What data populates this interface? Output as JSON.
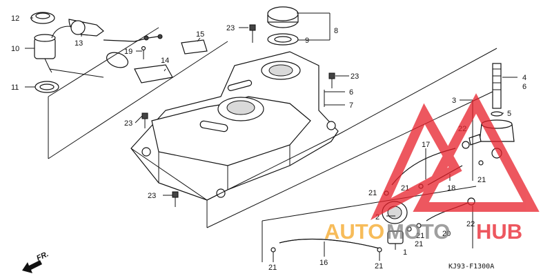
{
  "diagram": {
    "callouts": {
      "c1": "1",
      "c2": "2",
      "c3": "3",
      "c4": "4",
      "c5": "5",
      "c6": "6",
      "c7": "7",
      "c8": "8",
      "c9": "9",
      "c10": "10",
      "c11": "11",
      "c12": "12",
      "c13": "13",
      "c14": "14",
      "c15": "15",
      "c16": "16",
      "c17": "17",
      "c18": "18",
      "c19": "19",
      "c20": "20",
      "c21a": "21",
      "c21b": "21",
      "c21c": "21",
      "c21d": "21",
      "c21e": "21",
      "c21f": "21",
      "c21g": "21",
      "c22a": "22",
      "c22b": "22",
      "c23a": "23",
      "c23b": "23",
      "c23c": "23",
      "c23d": "23",
      "c46": "4\n6"
    },
    "diagram_code": "KJ93-F1300A",
    "direction_label": "FR."
  },
  "watermark": {
    "text_auto": "AUTO",
    "text_moto": "MOTO",
    "text_hub": "HUB",
    "color_orange": "#f5a623",
    "color_red": "#e8202a",
    "color_gray": "#7f7f7f"
  }
}
